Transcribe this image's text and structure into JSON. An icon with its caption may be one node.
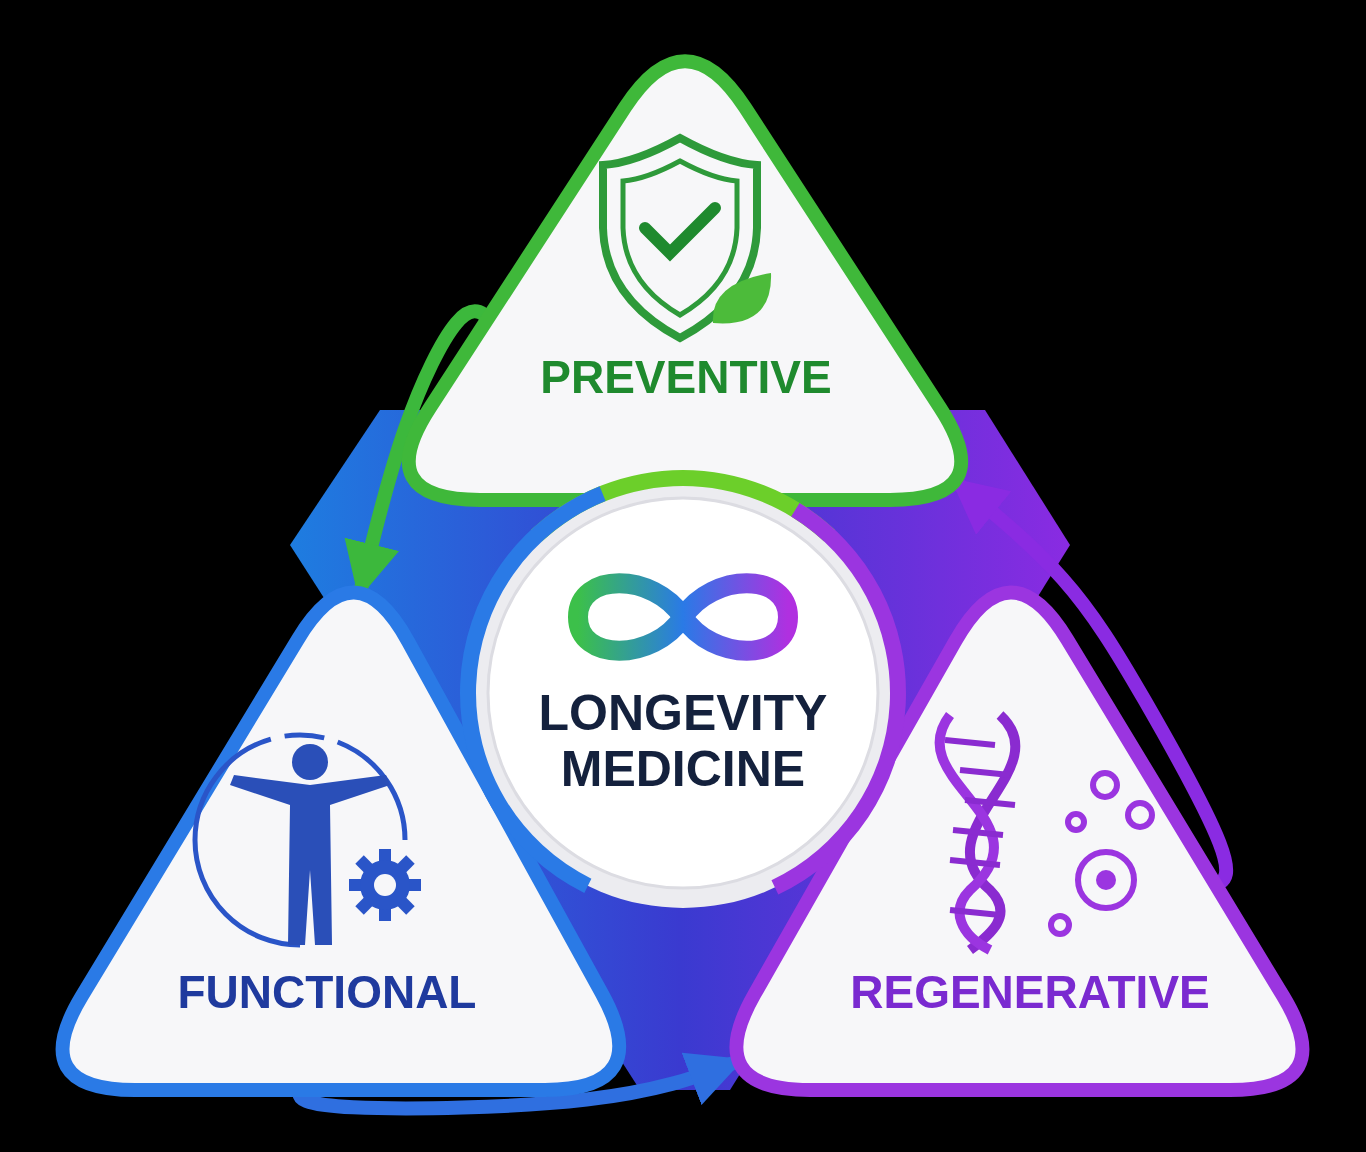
{
  "diagram": {
    "nodes": [
      {
        "text": [
          "PREVENTIVE"
        ]
      },
      {
        "text": [
          "LONGEVITY MEDICINE"
        ]
      },
      {
        "text": [
          "FUNCTIONAL"
        ]
      },
      {
        "text": [
          "REGENERATIVE"
        ]
      }
    ],
    "edges": [
      {
        "from": 0,
        "to": 2,
        "arrow": "to",
        "color": "#3cb83c"
      },
      {
        "from": 2,
        "to": 3,
        "arrow": "to",
        "color": "#2f6fe0"
      },
      {
        "from": 3,
        "to": 0,
        "arrow": "to",
        "color": "#8a2be2"
      }
    ]
  }
}
